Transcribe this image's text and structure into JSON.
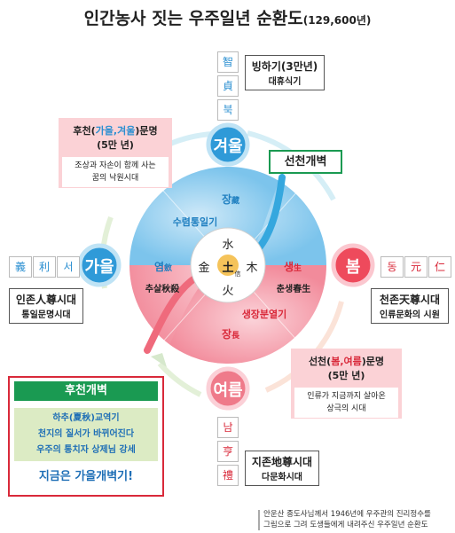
{
  "title": {
    "main": "인간농사 짓는 우주일년 순환도",
    "years": "(129,600년)"
  },
  "seasons": {
    "winter": "겨울",
    "spring": "봄",
    "summer": "여름",
    "autumn": "가을"
  },
  "winter_chars": [
    "智",
    "貞",
    "북"
  ],
  "winter_info": {
    "line1": "빙하기(3만년)",
    "line2": "대휴식기"
  },
  "spring_chars": [
    "동",
    "元",
    "仁"
  ],
  "spring_info": {
    "line1": "천존天尊시대",
    "line2": "인류문화의 시원"
  },
  "summer_chars": [
    "남",
    "亨",
    "禮"
  ],
  "summer_info": {
    "line1": "지존地尊시대",
    "line2": "다문화시대"
  },
  "autumn_chars": [
    "義",
    "利",
    "서"
  ],
  "autumn_info": {
    "line1": "인존人尊시대",
    "line2": "통일문명시대"
  },
  "later_era": {
    "head_pre": "후천(",
    "head_seasons": "가을,겨울",
    "head_post": ")문명",
    "sub": "(5만 년)",
    "line1": "조상과 자손이 함께 사는",
    "line2": "꿈의 낙원시대"
  },
  "early_era": {
    "head_pre": "선천(",
    "head_seasons": "봄,여름",
    "head_post": ")문명",
    "sub": "(5만 년)",
    "line1": "인류가 지금까지 살아온",
    "line2": "상극의 시대"
  },
  "seoncheon_label": "선천개벽",
  "hucheon_box": {
    "title": "후천개벽",
    "line1": "하추(夏秋)교역기",
    "line2": "천지의 질서가 바뀌어진다",
    "line3": "우주의 통치자 상제님 강세",
    "slogan": "지금은 가을개벽기!"
  },
  "circle": {
    "jang": "장",
    "jang_hanja": "藏",
    "sureom": "수렴통일기",
    "yeom": "염",
    "yeom_hanja": "斂",
    "sasal": "추살秋殺",
    "saeng": "생",
    "saeng_hanja": "生",
    "chunsaeng": "춘생春生",
    "saengjang": "생장분열기",
    "jang2": "장",
    "jang2_hanja": "長",
    "water": "水",
    "fire": "火",
    "metal": "金",
    "wood": "木",
    "earth": "土",
    "earth_sub": "信"
  },
  "footnote": {
    "line1": "안운산 종도사님께서 1946년에 우주관의 진리정수를",
    "line2": "그림으로 그려 도생들에게 내려주신 우주일년 순환도"
  },
  "colors": {
    "blue": "#3fa2dc",
    "pink": "#ef5f70",
    "green": "#1a9a52",
    "red": "#d9293a"
  }
}
